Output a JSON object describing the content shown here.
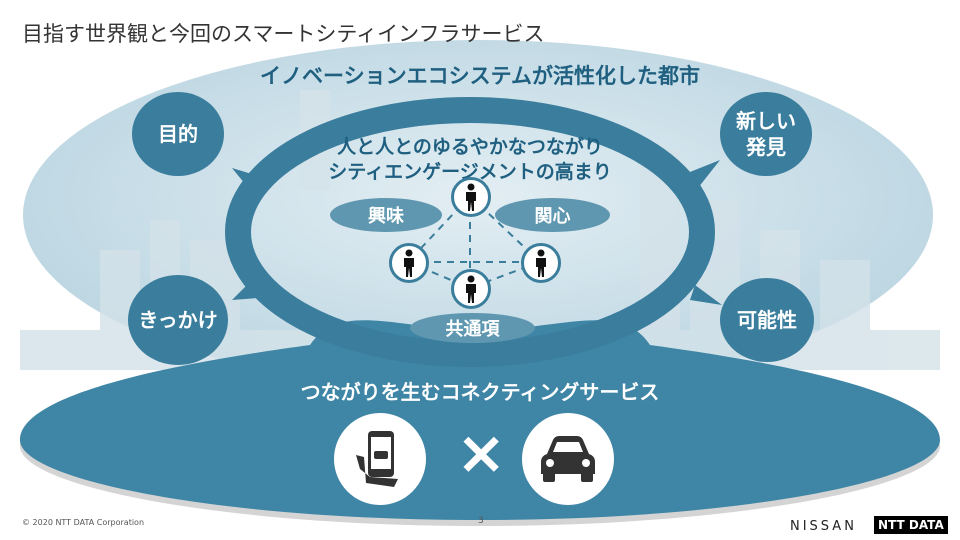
{
  "title": "目指す世界観と今回のスマートシティインフラサービス",
  "heading": "イノベーションエコシステムが活性化した都市",
  "center": {
    "line1": "人と人とのゆるやかなつながり",
    "line2": "シティエンゲージメントの高まり"
  },
  "tags": {
    "interest": "興味",
    "concern": "関心",
    "common": "共通項"
  },
  "bubbles": {
    "purpose": "目的",
    "trigger": "きっかけ",
    "discovery": "新しい\n発見",
    "possibility": "可能性"
  },
  "bottom": {
    "label": "つながりを生むコネクティングサービス",
    "times": "×",
    "icons": [
      "smartphone-car-icon",
      "car-icon"
    ]
  },
  "footer": {
    "copyright": "© 2020 NTT DATA Corporation",
    "page": "3",
    "logo_nissan": "NISSAN",
    "logo_nttdata": "NTT DATA"
  },
  "colors": {
    "teal": "#3a7d9c",
    "pale": "#c9dfe8",
    "heading": "#1f5f80"
  }
}
